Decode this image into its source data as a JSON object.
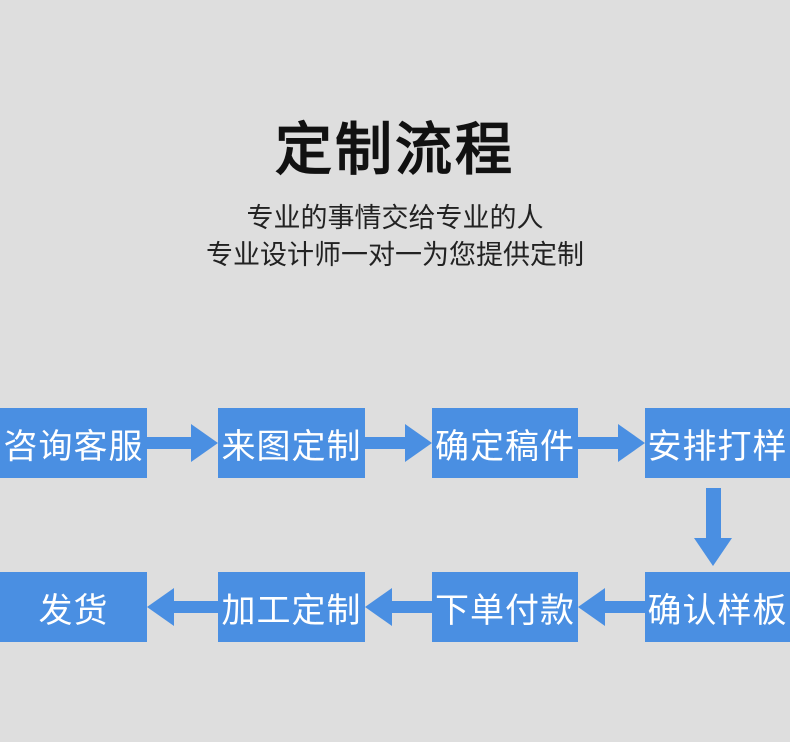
{
  "colors": {
    "background": "#dedede",
    "accent": "#4a8fe2",
    "title_text": "#111111",
    "subtitle_text": "#222222",
    "step_text": "#ffffff"
  },
  "header": {
    "title": "定制流程",
    "subtitle_line1": "专业的事情交给专业的人",
    "subtitle_line2": "专业设计师一对一为您提供定制"
  },
  "flow": {
    "row1": [
      {
        "label": "咨询客服"
      },
      {
        "label": "来图定制"
      },
      {
        "label": "确定稿件"
      },
      {
        "label": "安排打样"
      }
    ],
    "row2": [
      {
        "label": "发货"
      },
      {
        "label": "加工定制"
      },
      {
        "label": "下单付款"
      },
      {
        "label": "确认样板"
      }
    ],
    "icons": {
      "right_arrow": "arrow-right",
      "left_arrow": "arrow-left",
      "down_arrow": "arrow-down"
    }
  }
}
